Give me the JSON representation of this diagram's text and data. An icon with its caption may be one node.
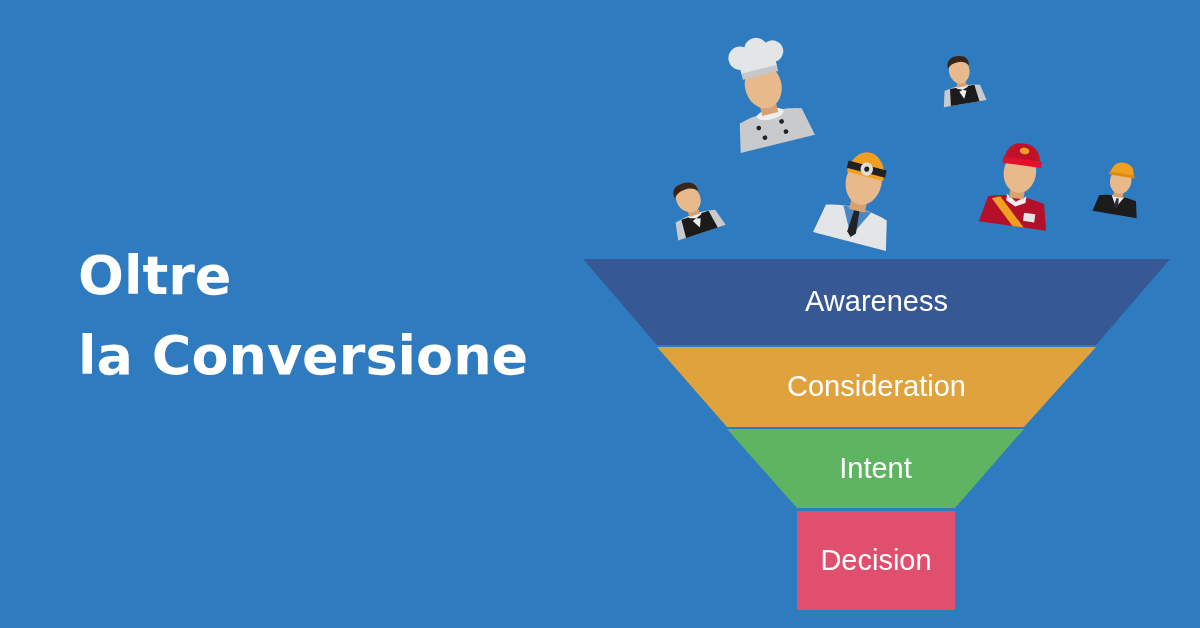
{
  "diagram": {
    "title": "Oltre la Conversione",
    "nodes": [
      {
        "text": [
          "Awareness"
        ]
      },
      {
        "text": [
          "Consideration"
        ]
      },
      {
        "text": [
          "Intent"
        ]
      },
      {
        "text": [
          "Decision"
        ]
      }
    ]
  }
}
